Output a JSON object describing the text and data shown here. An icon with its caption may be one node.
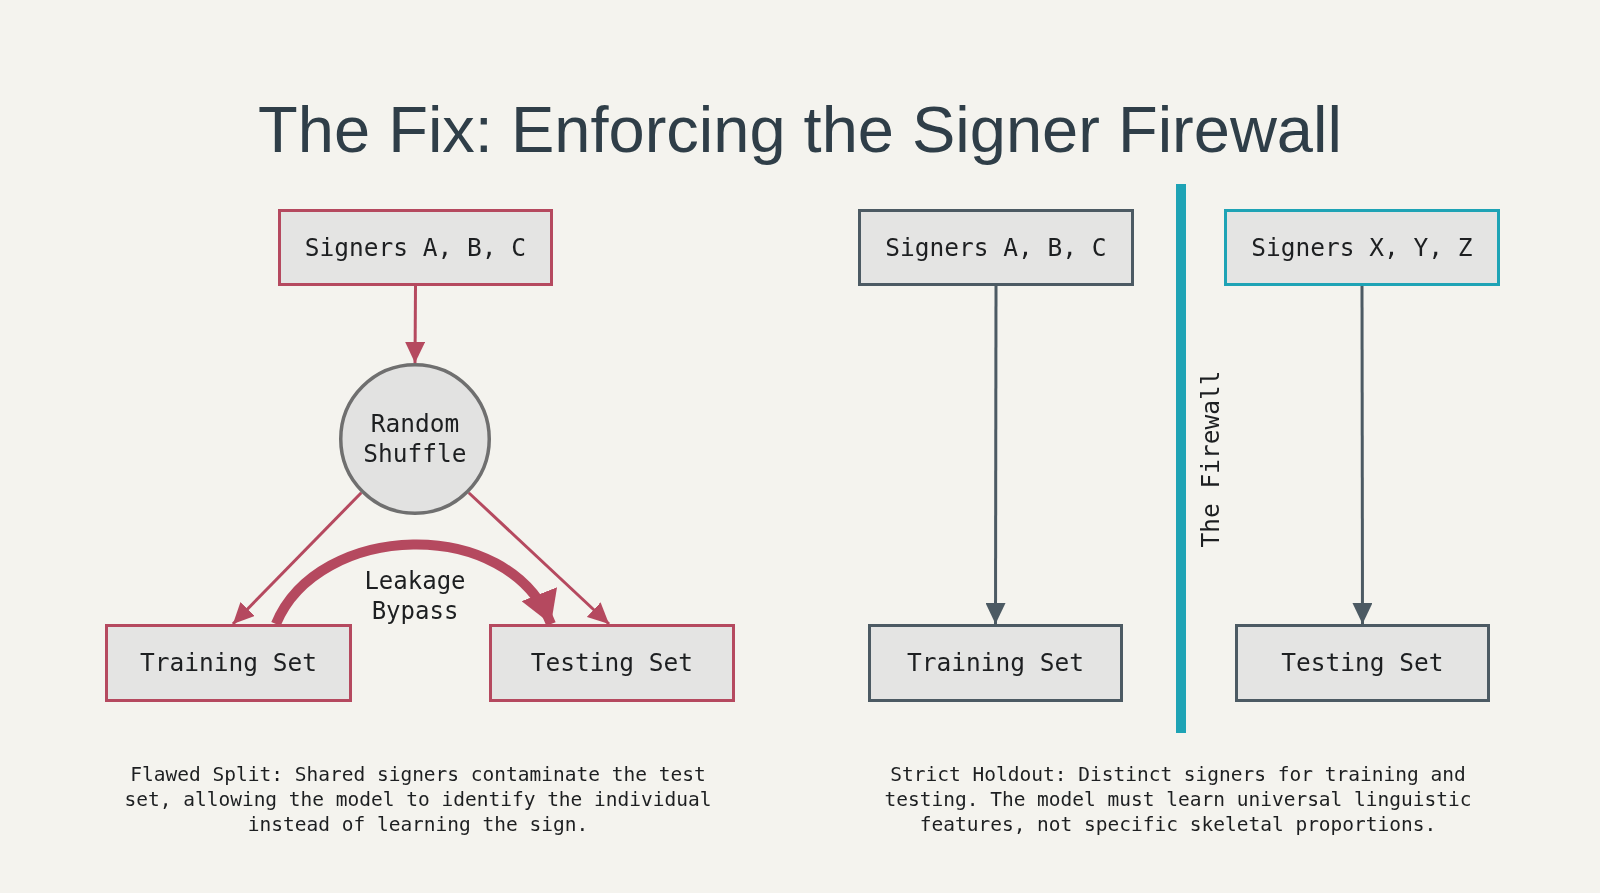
{
  "diagram": {
    "title": "The Fix: Enforcing the Signer Firewall",
    "nodes": [
      {
        "text": [
          "Signers A, B, C"
        ]
      },
      {
        "text": [
          "Random Shuffle"
        ]
      },
      {
        "text": [
          "Training Set"
        ]
      },
      {
        "text": [
          "Testing Set"
        ]
      },
      {
        "text": [
          "Signers A, B, C"
        ]
      },
      {
        "text": [
          "Signers X, Y, Z"
        ]
      },
      {
        "text": [
          "Training Set"
        ]
      },
      {
        "text": [
          "Testing Set"
        ]
      }
    ],
    "edges": [
      {
        "from": 0,
        "to": 1,
        "arrow": "to"
      },
      {
        "from": 1,
        "to": 2,
        "arrow": "to"
      },
      {
        "from": 1,
        "to": 3,
        "arrow": "to"
      },
      {
        "from": 2,
        "to": 3,
        "arrow": "to",
        "label": "Leakage Bypass",
        "style": "thick"
      },
      {
        "from": 4,
        "to": 6,
        "arrow": "to",
        "color": "#4c5a63"
      },
      {
        "from": 5,
        "to": 7,
        "arrow": "to",
        "color": "#4c5a63"
      }
    ],
    "labels": [
      "The Firewall",
      "Flawed Split: Shared signers contaminate the test set, allowing the model to identify the individual instead of learning the sign.",
      "Strict Holdout: Distinct signers for training and testing. The model must learn universal linguistic features, not specific skeletal proportions."
    ]
  }
}
